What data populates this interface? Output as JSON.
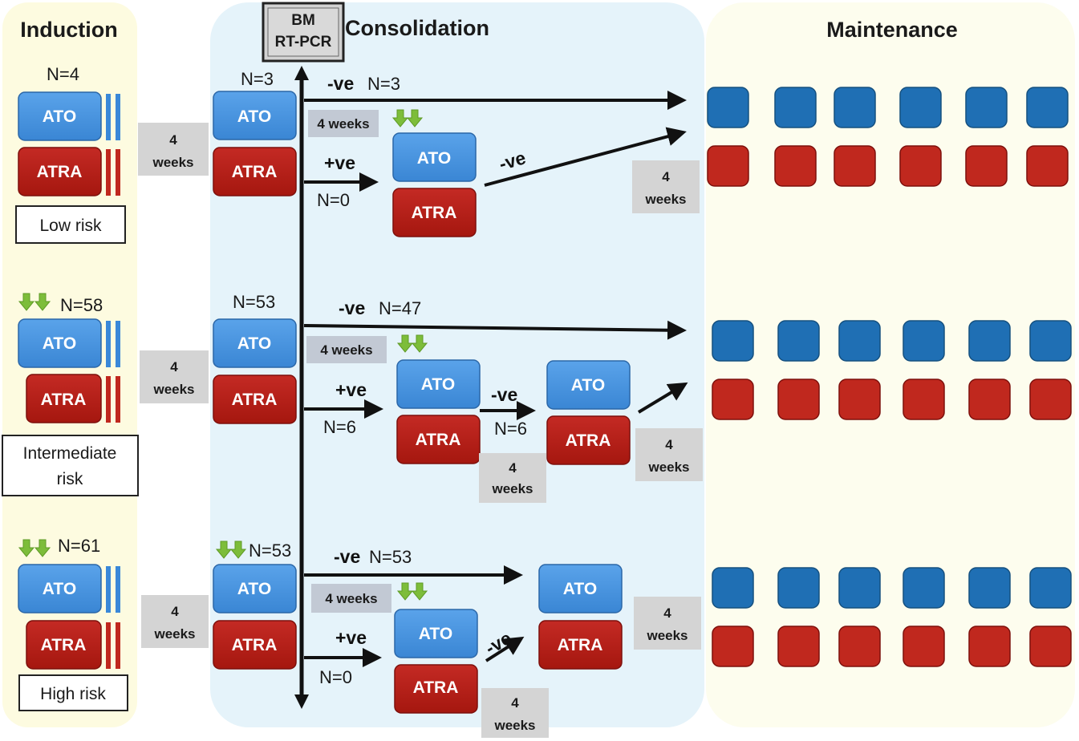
{
  "phases": {
    "induction": "Induction",
    "consolidation": "Consolidation",
    "maintenance": "Maintenance"
  },
  "bm_box": {
    "line1": "BM",
    "line2": "RT-PCR"
  },
  "drugs": {
    "ato": "ATO",
    "atra": "ATRA"
  },
  "weeks": {
    "num": "4",
    "unit": "weeks",
    "inline": "4 weeks"
  },
  "results": {
    "neg": "-ve",
    "pos": "+ve"
  },
  "risk_groups": {
    "low": {
      "label": "Low risk",
      "induction_n": "N=4",
      "consolidation_n": "N=3",
      "neg_n": "N=3",
      "pos_n": "N=0"
    },
    "intermediate": {
      "label_line1": "Intermediate",
      "label_line2": "risk",
      "induction_n": "N=58",
      "consolidation_n": "N=53",
      "neg_n": "N=47",
      "pos_n": "N=6",
      "second_n": "N=6"
    },
    "high": {
      "label": "High risk",
      "induction_n": "N=61",
      "consolidation_n": "N=53",
      "neg_n": "N=53",
      "pos_n": "N=0"
    }
  },
  "colors": {
    "ato": "#3a88d8",
    "atra": "#b5201b",
    "maint_blue": "#1f6fb4",
    "maint_red": "#c0281e",
    "induction_bg": "#fdfbe0",
    "consolidation_bg": "#e5f3fa",
    "maintenance_bg": "#fdfdee",
    "week_box": "#d4d4d4",
    "week_box_inline": "#c2c9d4",
    "down_arrow": "#7dbd3a"
  }
}
